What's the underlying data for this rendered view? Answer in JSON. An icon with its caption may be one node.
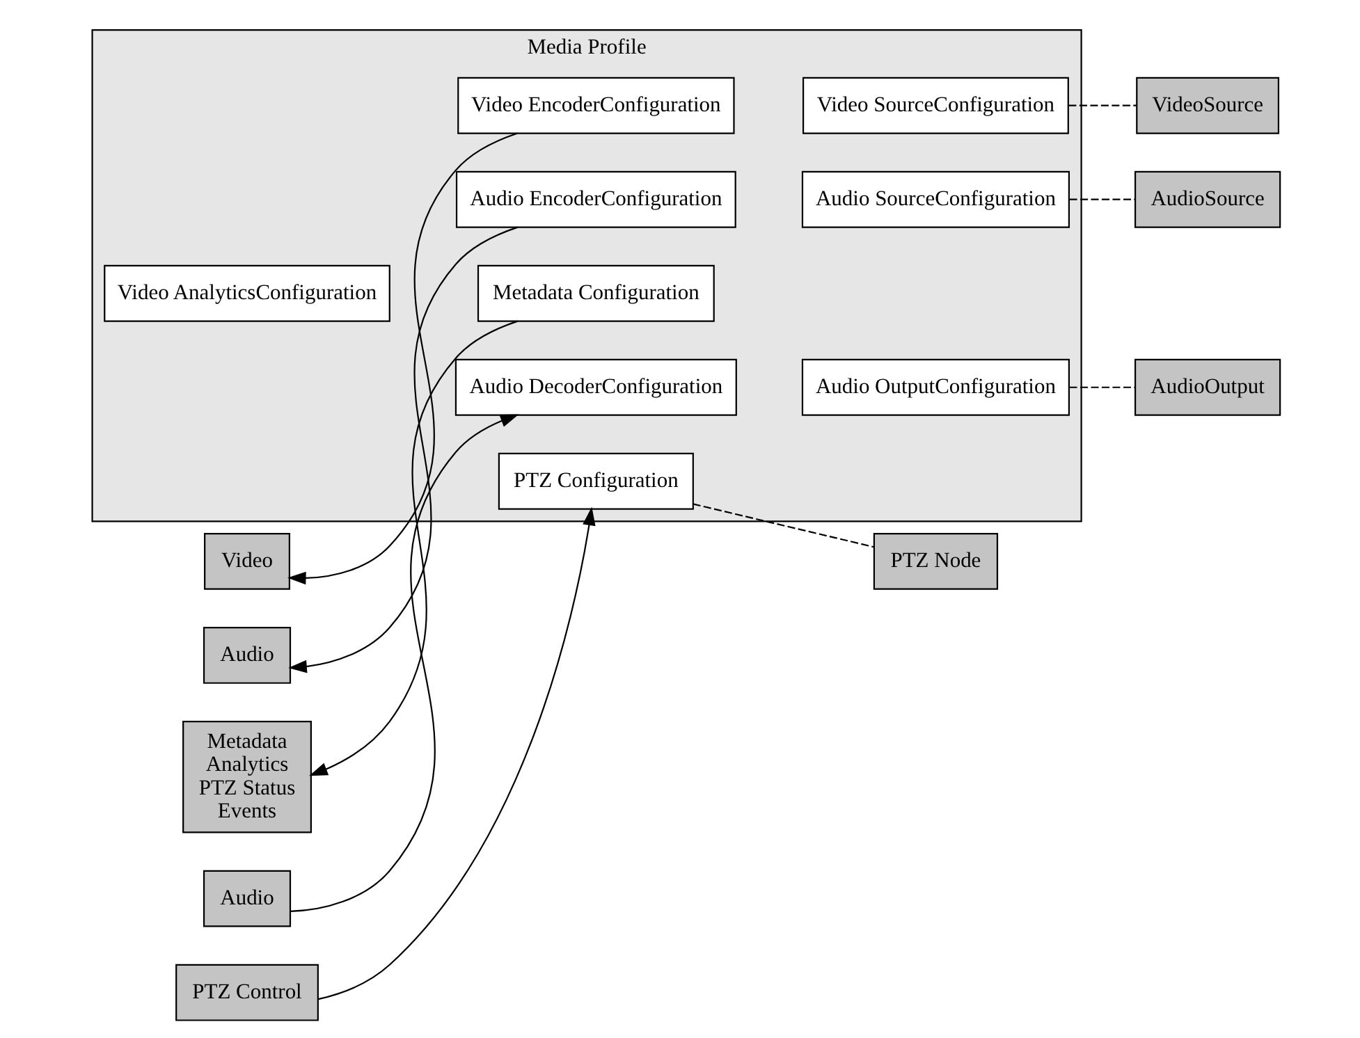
{
  "diagram": {
    "nodes": [
      {
        "text": [
          "Media Profile"
        ]
      },
      {
        "text": [
          "Video EncoderConfiguration"
        ],
        "in": 0
      },
      {
        "text": [
          "Video SourceConfiguration"
        ],
        "in": 0
      },
      {
        "text": [
          "Audio EncoderConfiguration"
        ],
        "in": 0
      },
      {
        "text": [
          "Audio SourceConfiguration"
        ],
        "in": 0
      },
      {
        "text": [
          "Audio DecoderConfiguration"
        ],
        "in": 0
      },
      {
        "text": [
          "Audio OutputConfiguration"
        ],
        "in": 0
      },
      {
        "text": [
          "PTZ Configuration"
        ],
        "in": 0
      },
      {
        "text": [
          "Video AnalyticsConfiguration"
        ],
        "in": 0
      },
      {
        "text": [
          "Metadata Configuration"
        ],
        "in": 0
      },
      {
        "text": [
          "Video"
        ]
      },
      {
        "text": [
          "Audio"
        ]
      },
      {
        "text": [
          "Audio"
        ]
      },
      {
        "text": [
          "PTZ Control"
        ]
      },
      {
        "text": [
          "Metadata",
          "Analytics",
          "PTZ Status",
          "Events"
        ]
      },
      {
        "text": [
          "VideoSource"
        ]
      },
      {
        "text": [
          "AudioSource"
        ]
      },
      {
        "text": [
          "AudioOutput"
        ]
      },
      {
        "text": [
          "PTZ Node"
        ]
      }
    ],
    "edges": [
      {
        "from": 1,
        "to": 10,
        "arrow": "to"
      },
      {
        "from": 3,
        "to": 11,
        "arrow": "to"
      },
      {
        "from": 12,
        "to": 5,
        "arrow": "to"
      },
      {
        "from": 13,
        "to": 7,
        "arrow": "to"
      },
      {
        "from": 9,
        "to": 14,
        "arrow": "to"
      },
      {
        "from": 2,
        "to": 15,
        "arrow": "none",
        "style": "dashed"
      },
      {
        "from": 4,
        "to": 16,
        "arrow": "none",
        "style": "dashed"
      },
      {
        "from": 6,
        "to": 17,
        "arrow": "none",
        "style": "dashed"
      },
      {
        "from": 7,
        "to": 18,
        "arrow": "none",
        "style": "dashed"
      }
    ]
  }
}
